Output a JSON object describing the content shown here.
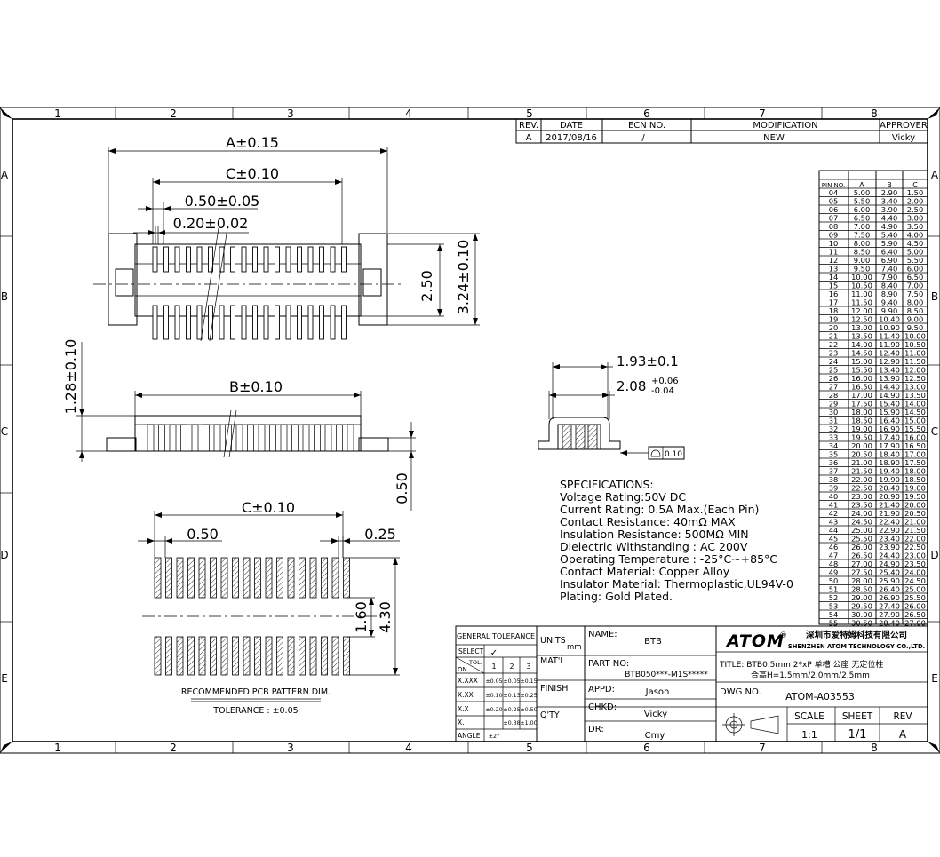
{
  "border": {
    "columns": [
      "1",
      "2",
      "3",
      "4",
      "5",
      "6",
      "7",
      "8"
    ],
    "rows": [
      "A",
      "B",
      "C",
      "D",
      "E"
    ]
  },
  "revision_table": {
    "headers": [
      "REV.",
      "DATE",
      "ECN NO.",
      "MODIFICATION",
      "APPROVER"
    ],
    "row": [
      "A",
      "2017/08/16",
      "/",
      "NEW",
      "Vicky"
    ]
  },
  "pin_table": {
    "headers": [
      "PIN NO.",
      "A",
      "B",
      "C"
    ],
    "rows": [
      [
        "04",
        "5.00",
        "2.90",
        "1.50"
      ],
      [
        "05",
        "5.50",
        "3.40",
        "2.00"
      ],
      [
        "06",
        "6.00",
        "3.90",
        "2.50"
      ],
      [
        "07",
        "6.50",
        "4.40",
        "3.00"
      ],
      [
        "08",
        "7.00",
        "4.90",
        "3.50"
      ],
      [
        "09",
        "7.50",
        "5.40",
        "4.00"
      ],
      [
        "10",
        "8.00",
        "5.90",
        "4.50"
      ],
      [
        "11",
        "8.50",
        "6.40",
        "5.00"
      ],
      [
        "12",
        "9.00",
        "6.90",
        "5.50"
      ],
      [
        "13",
        "9.50",
        "7.40",
        "6.00"
      ],
      [
        "14",
        "10.00",
        "7.90",
        "6.50"
      ],
      [
        "15",
        "10.50",
        "8.40",
        "7.00"
      ],
      [
        "16",
        "11.00",
        "8.90",
        "7.50"
      ],
      [
        "17",
        "11.50",
        "9.40",
        "8.00"
      ],
      [
        "18",
        "12.00",
        "9.90",
        "8.50"
      ],
      [
        "19",
        "12.50",
        "10.40",
        "9.00"
      ],
      [
        "20",
        "13.00",
        "10.90",
        "9.50"
      ],
      [
        "21",
        "13.50",
        "11.40",
        "10.00"
      ],
      [
        "22",
        "14.00",
        "11.90",
        "10.50"
      ],
      [
        "23",
        "14.50",
        "12.40",
        "11.00"
      ],
      [
        "24",
        "15.00",
        "12.90",
        "11.50"
      ],
      [
        "25",
        "15.50",
        "13.40",
        "12.00"
      ],
      [
        "26",
        "16.00",
        "13.90",
        "12.50"
      ],
      [
        "27",
        "16.50",
        "14.40",
        "13.00"
      ],
      [
        "28",
        "17.00",
        "14.90",
        "13.50"
      ],
      [
        "29",
        "17.50",
        "15.40",
        "14.00"
      ],
      [
        "30",
        "18.00",
        "15.90",
        "14.50"
      ],
      [
        "31",
        "18.50",
        "16.40",
        "15.00"
      ],
      [
        "32",
        "19.00",
        "16.90",
        "15.50"
      ],
      [
        "33",
        "19.50",
        "17.40",
        "16.00"
      ],
      [
        "34",
        "20.00",
        "17.90",
        "16.50"
      ],
      [
        "35",
        "20.50",
        "18.40",
        "17.00"
      ],
      [
        "36",
        "21.00",
        "18.90",
        "17.50"
      ],
      [
        "37",
        "21.50",
        "19.40",
        "18.00"
      ],
      [
        "38",
        "22.00",
        "19.90",
        "18.50"
      ],
      [
        "39",
        "22.50",
        "20.40",
        "19.00"
      ],
      [
        "40",
        "23.00",
        "20.90",
        "19.50"
      ],
      [
        "41",
        "23.50",
        "21.40",
        "20.00"
      ],
      [
        "42",
        "24.00",
        "21.90",
        "20.50"
      ],
      [
        "43",
        "24.50",
        "22.40",
        "21.00"
      ],
      [
        "44",
        "25.00",
        "22.90",
        "21.50"
      ],
      [
        "45",
        "25.50",
        "23.40",
        "22.00"
      ],
      [
        "46",
        "26.00",
        "23.90",
        "22.50"
      ],
      [
        "47",
        "26.50",
        "24.40",
        "23.00"
      ],
      [
        "48",
        "27.00",
        "24.90",
        "23.50"
      ],
      [
        "49",
        "27.50",
        "25.40",
        "24.00"
      ],
      [
        "50",
        "28.00",
        "25.90",
        "24.50"
      ],
      [
        "51",
        "28.50",
        "26.40",
        "25.00"
      ],
      [
        "52",
        "29.00",
        "26.90",
        "25.50"
      ],
      [
        "53",
        "29.50",
        "27.40",
        "26.00"
      ],
      [
        "54",
        "30.00",
        "27.90",
        "26.50"
      ],
      [
        "55",
        "30.50",
        "28.40",
        "27.00"
      ]
    ]
  },
  "dimensions": {
    "a": "A±0.15",
    "c_top": "C±0.10",
    "pitch": "0.50±0.05",
    "pin_width": "0.20±0.02",
    "h_250": "2.50",
    "h_324": "3.24±0.10",
    "h_128": "1.28±0.10",
    "b": "B±0.10",
    "h_050": "0.50",
    "w_193": "1.93±0.1",
    "w_208": "2.08",
    "w_208_up": "+0.06",
    "w_208_dn": "-0.04",
    "flatness": "0.10",
    "c_pcb": "C±0.10",
    "pcb_pitch": "0.50",
    "pcb_pad": "0.25",
    "h_160": "1.60",
    "h_430": "4.30"
  },
  "pcb_caption": "RECOMMENDED PCB PATTERN DIM.",
  "pcb_tolerance": "TOLERANCE : ±0.05",
  "specifications": {
    "title": "SPECIFICATIONS:",
    "lines": [
      "Voltage Rating:50V DC",
      "Current Rating: 0.5A Max.(Each Pin)",
      "Contact Resistance: 40mΩ MAX",
      "Insulation Resistance: 500MΩ MIN",
      "Dielectric Withstanding : AC 200V",
      "Operating Temperature : -25°C~+85°C",
      "Contact Material: Copper Alloy",
      "Insulator Material: Thermoplastic,UL94V-0",
      "Plating: Gold Plated."
    ]
  },
  "tolerance_block": {
    "title": "GENERAL TOLERANCE",
    "select": "SELECT",
    "tol": "TOL.",
    "on": "ON",
    "check": "✓",
    "cols": [
      "1",
      "2",
      "3"
    ],
    "rows": [
      [
        "X.XXX",
        "±0.05",
        "±0.05",
        "±0.15"
      ],
      [
        "X.XX",
        "±0.10",
        "±0.13",
        "±0.25"
      ],
      [
        "X.X",
        "±0.20",
        "±0.25",
        "±0.50"
      ],
      [
        "X.",
        "",
        "±0.38",
        "±1.00"
      ],
      [
        "ANGLE",
        "±2°",
        "",
        ""
      ]
    ]
  },
  "title_block": {
    "units": "UNITS",
    "mm": "mm",
    "matl": "MAT'L",
    "finish": "FINISH",
    "qty": "Q'TY",
    "name_label": "NAME:",
    "name_value": "BTB",
    "part_label": "PART  NO:",
    "part_value": "BTB050***-M1S*****",
    "appd_label": "APPD:",
    "appd_value": "Jason",
    "chkd_label": "CHKD:",
    "chkd_value": "Vicky",
    "dr_label": "DR:",
    "dr_value": "Cmy",
    "logo": "ATOM",
    "reg": "®",
    "company_cn": "深圳市爱特姆科技有限公司",
    "company_en": "SHENZHEN ATOM TECHNOLOGY CO.,LTD.",
    "title_line1": "TITLE: BTB0.5mm  2*xP  单槽  公座  无定位柱",
    "title_line2": "合高H=1.5mm/2.0mm/2.5mm",
    "dwg_label": "DWG NO.",
    "dwg_value": "ATOM-A03553",
    "scale_label": "SCALE",
    "scale_value": "1:1",
    "sheet_label": "SHEET",
    "sheet_value": "1/1",
    "rev_label": "REV",
    "rev_value": "A"
  }
}
